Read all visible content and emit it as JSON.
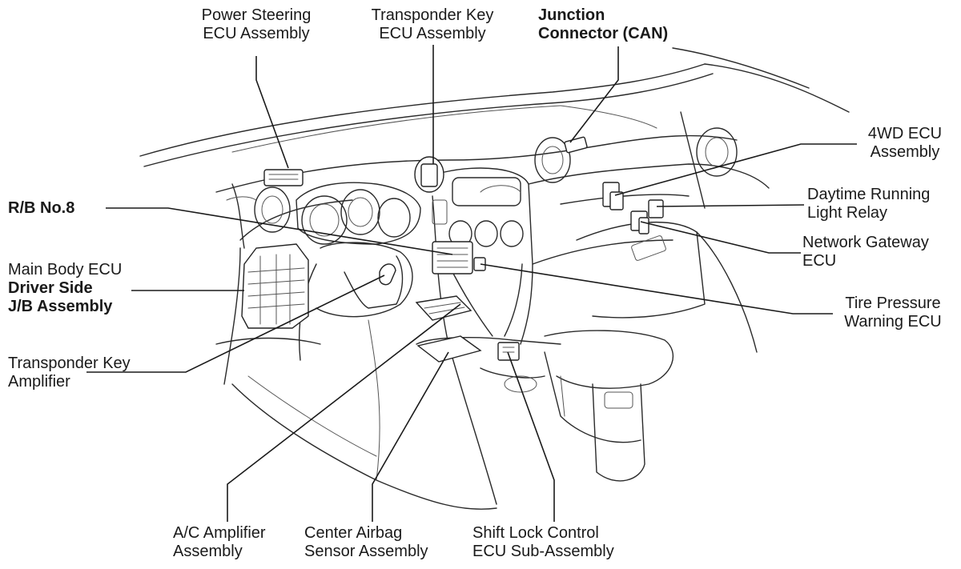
{
  "labels": {
    "power_steering": [
      "Power Steering",
      "ECU Assembly"
    ],
    "transponder_ecu": [
      "Transponder Key",
      "ECU Assembly"
    ],
    "junction_connector": [
      "Junction",
      "Connector (CAN)"
    ],
    "fourwd_ecu": [
      "4WD ECU",
      "Assembly"
    ],
    "rb_no8": "R/B No.8",
    "daytime_relay": [
      "Daytime Running",
      "Light Relay"
    ],
    "network_gateway": [
      "Network Gateway",
      "ECU"
    ],
    "main_body": [
      "Main Body ECU",
      "Driver Side",
      "J/B Assembly"
    ],
    "tire_pressure": [
      "Tire Pressure",
      "Warning ECU"
    ],
    "transponder_amp": [
      "Transponder Key",
      "Amplifier"
    ],
    "ac_amp": [
      "A/C Amplifier",
      "Assembly"
    ],
    "center_airbag": [
      "Center Airbag",
      "Sensor Assembly"
    ],
    "shift_lock": [
      "Shift Lock Control",
      "ECU Sub-Assembly"
    ]
  }
}
